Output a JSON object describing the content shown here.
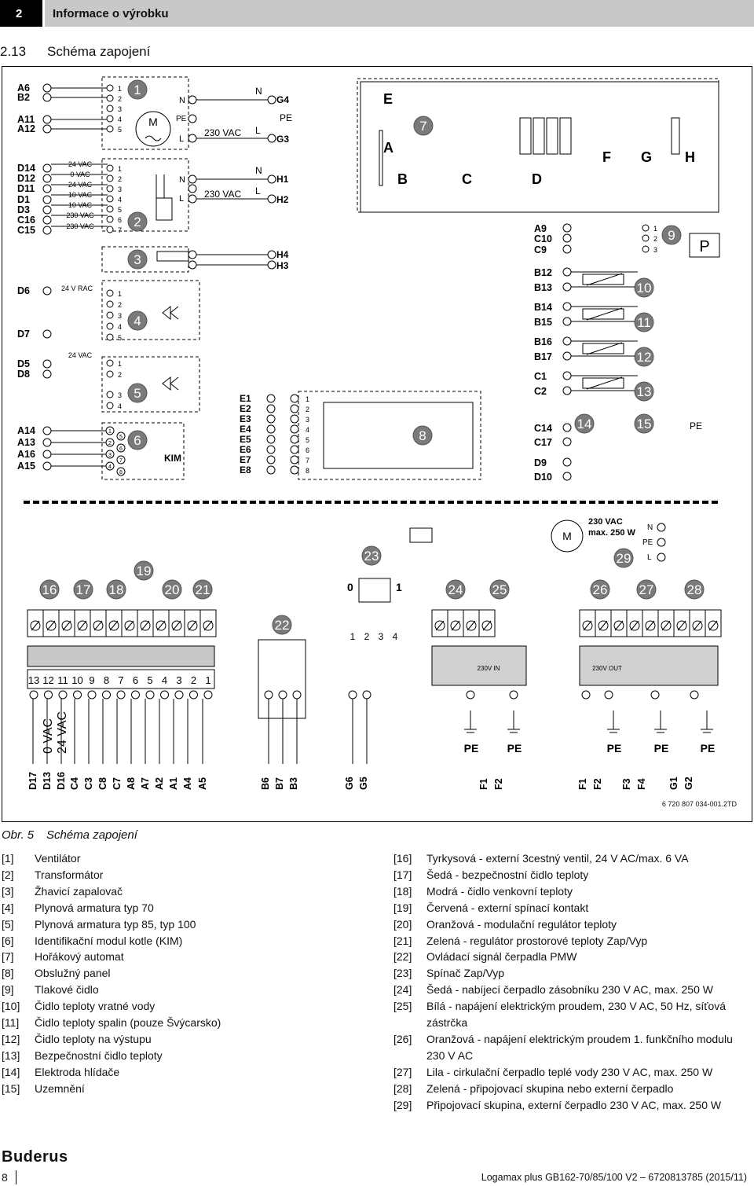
{
  "header": {
    "chapter_number": "2",
    "chapter_title": "Informace o výrobku"
  },
  "section": {
    "number": "2.13",
    "title": "Schéma zapojení"
  },
  "figure": {
    "doc_code": "6 720 807 034-001.2TD",
    "caption_prefix": "Obr. 5",
    "caption_text": "Schéma zapojení",
    "left_block_labels": [
      "A6",
      "B2",
      "A11",
      "A12",
      "D14",
      "D12",
      "D11",
      "D1",
      "D3",
      "C16",
      "C15",
      "D6",
      "D7",
      "D5",
      "D8",
      "A14",
      "A13",
      "A16",
      "A15"
    ],
    "voltage_labels": [
      "24 VAC",
      "0 VAC",
      "24 VAC",
      "10 VAC",
      "10 VAC",
      "230 VAC",
      "230 VAC",
      "24 V RAC",
      "24 VAC"
    ],
    "mid_labels": [
      "230 VAC",
      "230 VAC",
      "G4",
      "PE",
      "G3",
      "H1",
      "H2",
      "H4",
      "H3",
      "KIM",
      "N",
      "PE",
      "L",
      "M"
    ],
    "e_labels": [
      "E1",
      "E2",
      "E3",
      "E4",
      "E5",
      "E6",
      "E7",
      "E8"
    ],
    "right_labels": [
      "A9",
      "C10",
      "C9",
      "B12",
      "B13",
      "B14",
      "B15",
      "B16",
      "B17",
      "C1",
      "C2",
      "C14",
      "C17",
      "D9",
      "D10",
      "PE",
      "P"
    ],
    "board_letters": [
      "E",
      "A",
      "B",
      "C",
      "D",
      "F",
      "G",
      "H"
    ],
    "top_pump_text": [
      "230 VAC",
      "max. 250 W"
    ],
    "bottom_terminals_left": [
      "D17",
      "D13",
      "D16",
      "C4",
      "C3",
      "C8",
      "C7",
      "A8",
      "A7",
      "A2",
      "A1",
      "A4",
      "A5"
    ],
    "bottom_terminals_mid": [
      "B6",
      "B7",
      "B3",
      "G6",
      "G5"
    ],
    "bottom_terminals_right": [
      "F1",
      "F2",
      "F1",
      "F2",
      "F3",
      "F4",
      "G1",
      "G2"
    ],
    "strip_numbers": [
      "13",
      "12",
      "11",
      "10",
      "9",
      "8",
      "7",
      "6",
      "5",
      "4",
      "3",
      "2",
      "1"
    ],
    "rotated_voltages": [
      "0 VAC",
      "24 VAC"
    ],
    "switch_labels": [
      "0",
      "1",
      "1",
      "2",
      "3",
      "4"
    ],
    "inout": [
      "230V IN",
      "230V OUT"
    ]
  },
  "legend_left": [
    {
      "key": "[1]",
      "text": "Ventilátor"
    },
    {
      "key": "[2]",
      "text": "Transformátor"
    },
    {
      "key": "[3]",
      "text": "Žhavicí zapalovač"
    },
    {
      "key": "[4]",
      "text": "Plynová armatura typ 70"
    },
    {
      "key": "[5]",
      "text": "Plynová armatura typ 85, typ 100"
    },
    {
      "key": "[6]",
      "text": "Identifikační modul kotle (KIM)"
    },
    {
      "key": "[7]",
      "text": "Hořákový automat"
    },
    {
      "key": "[8]",
      "text": "Obslužný panel"
    },
    {
      "key": "[9]",
      "text": "Tlakové čidlo"
    },
    {
      "key": "[10]",
      "text": "Čidlo teploty vratné vody"
    },
    {
      "key": "[11]",
      "text": "Čidlo teploty spalin (pouze Švýcarsko)"
    },
    {
      "key": "[12]",
      "text": "Čidlo teploty na výstupu"
    },
    {
      "key": "[13]",
      "text": "Bezpečnostní čidlo teploty"
    },
    {
      "key": "[14]",
      "text": "Elektroda hlídače"
    },
    {
      "key": "[15]",
      "text": "Uzemnění"
    }
  ],
  "legend_right": [
    {
      "key": "[16]",
      "text": "Tyrkysová - externí 3cestný ventil, 24 V AC/max. 6 VA"
    },
    {
      "key": "[17]",
      "text": "Šedá - bezpečnostní čidlo teploty"
    },
    {
      "key": "[18]",
      "text": "Modrá - čidlo venkovní teploty"
    },
    {
      "key": "[19]",
      "text": "Červená - externí spínací kontakt"
    },
    {
      "key": "[20]",
      "text": "Oranžová - modulační regulátor teploty"
    },
    {
      "key": "[21]",
      "text": "Zelená - regulátor prostorové teploty Zap/Vyp"
    },
    {
      "key": "[22]",
      "text": "Ovládací signál čerpadla PMW"
    },
    {
      "key": "[23]",
      "text": "Spínač Zap/Vyp"
    },
    {
      "key": "[24]",
      "text": "Šedá - nabíjecí čerpadlo zásobníku 230 V AC, max. 250 W"
    },
    {
      "key": "[25]",
      "text": "Bílá - napájení elektrickým proudem, 230 V AC, 50 Hz, síťová zástrčka"
    },
    {
      "key": "[26]",
      "text": "Oranžová - napájení elektrickým proudem 1. funkčního modulu 230 V AC"
    },
    {
      "key": "[27]",
      "text": "Lila - cirkulační čerpadlo teplé vody 230 V AC, max. 250 W"
    },
    {
      "key": "[28]",
      "text": "Zelená - připojovací skupina nebo externí čerpadlo"
    },
    {
      "key": "[29]",
      "text": "Připojovací skupina, externí čerpadlo 230 V AC, max. 250 W"
    }
  ],
  "footer": {
    "brand": "Buderus",
    "page_number": "8",
    "product": "Logamax plus GB162-70/85/100 V2 – 6720813785 (2015/11)"
  }
}
